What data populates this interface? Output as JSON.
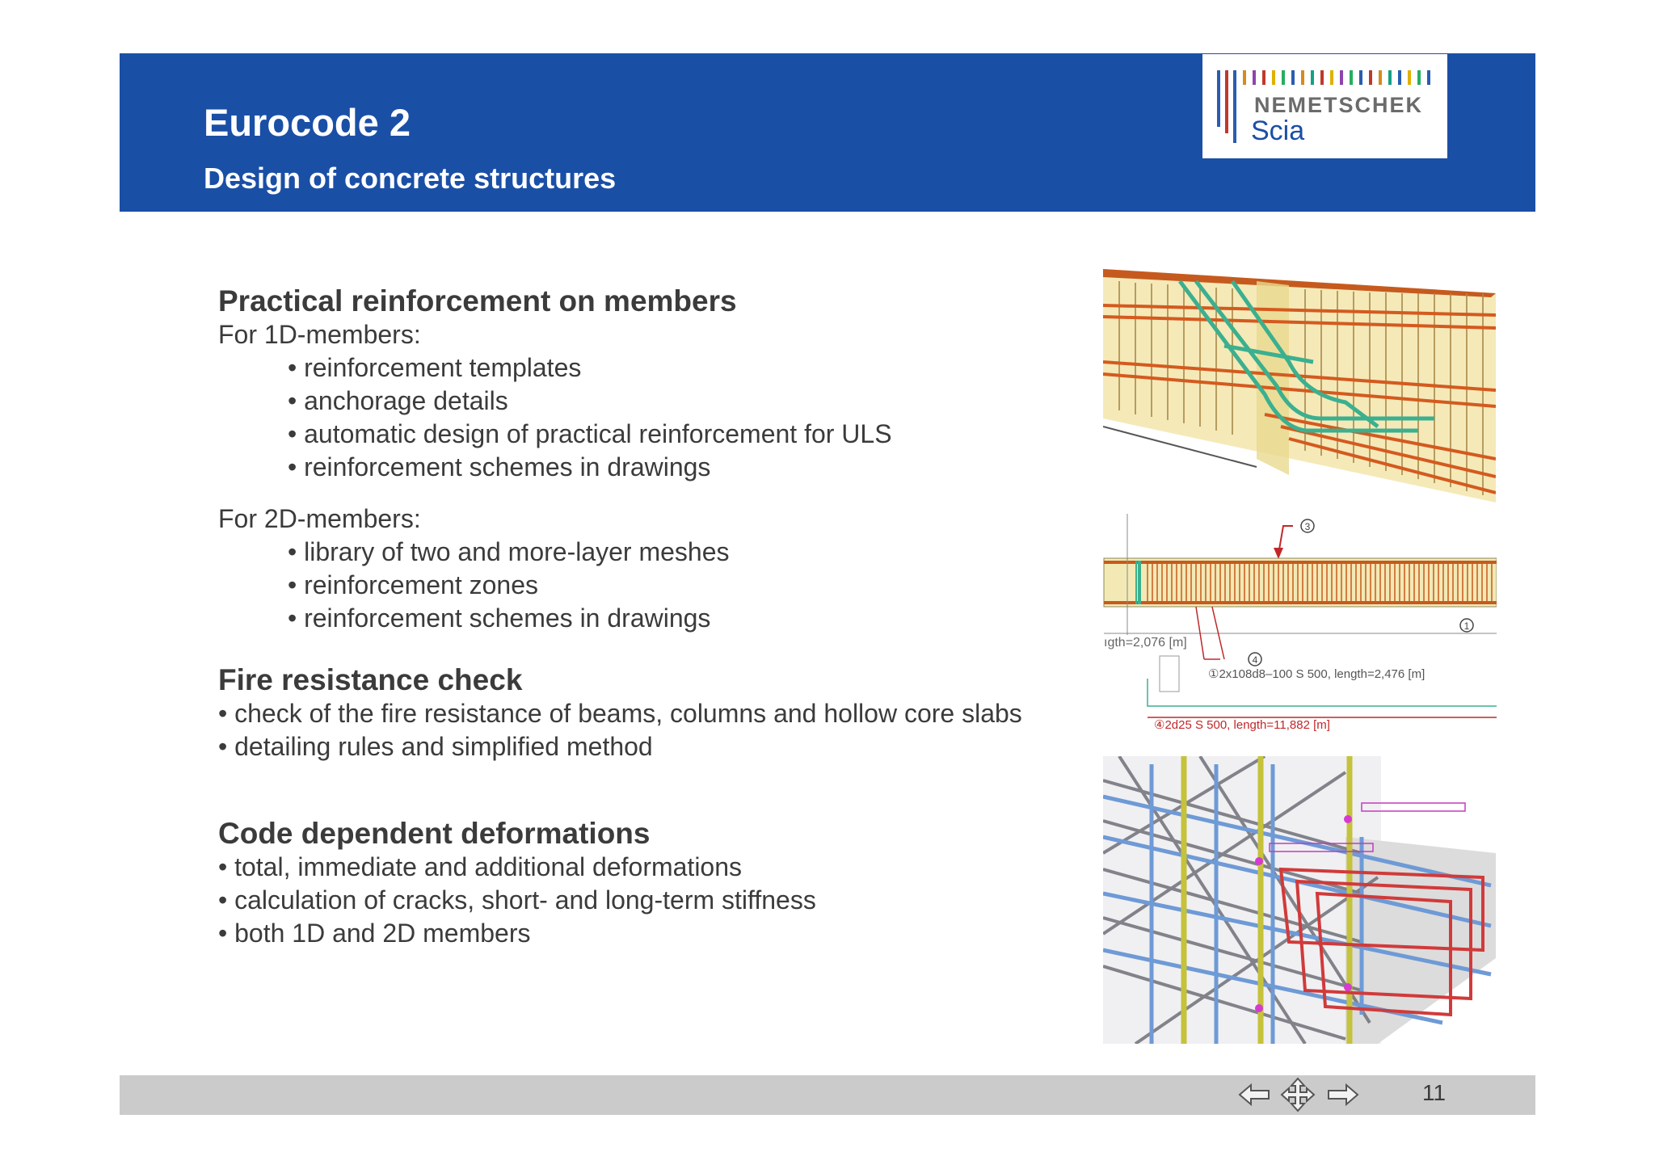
{
  "header": {
    "title": "Eurocode 2",
    "subtitle": "Design of concrete structures",
    "logo": {
      "line1": "NEMETSCHEK",
      "line2": "Scia"
    }
  },
  "sections": {
    "practical": {
      "heading": "Practical reinforcement on members",
      "intro_1d": "For 1D-members:",
      "items_1d": [
        "• reinforcement templates",
        "• anchorage details",
        "• automatic design of practical reinforcement for ULS",
        "•  reinforcement schemes in drawings"
      ],
      "intro_2d": "For 2D-members:",
      "items_2d": [
        "• library of two and more-layer meshes",
        "• reinforcement zones",
        "• reinforcement schemes in drawings"
      ]
    },
    "fire": {
      "heading": "Fire resistance check",
      "items": [
        "• check of the fire resistance of beams, columns and hollow core slabs",
        "• detailing rules and simplified method"
      ]
    },
    "deform": {
      "heading": "Code dependent deformations",
      "items": [
        "• total, immediate and additional deformations",
        "• calculation of cracks, short- and long-term stiffness",
        "• both 1D and 2D members"
      ]
    }
  },
  "drawing": {
    "callout_3": "3",
    "callout_1": "1",
    "callout_4": "4",
    "length_label": "ıgth=2,076 [m]",
    "label_1": "①2x108d8–100 S 500, length=2,476 [m]",
    "label_4": "④2d25 S 500, length=11,882 [m]"
  },
  "footer": {
    "page_number": "11"
  },
  "colors": {
    "header_blue": "#1a4fa6",
    "footer_gray": "#cbcbcb",
    "text": "#3b3b3b"
  }
}
